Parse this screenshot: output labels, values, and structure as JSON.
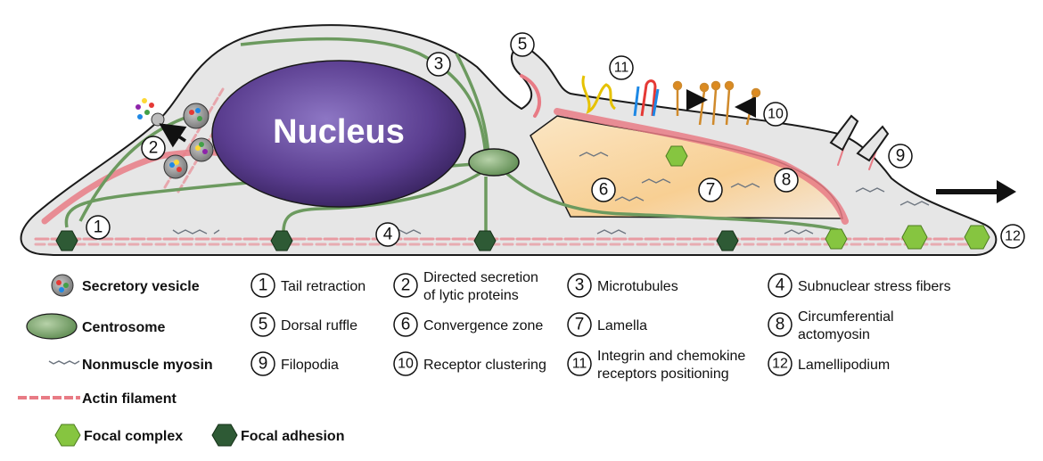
{
  "nucleus_label": "Nucleus",
  "colors": {
    "cell_fill": "#e6e6e6",
    "cell_stroke": "#1a1a1a",
    "nucleus": "#5a3d8f",
    "centrosome": "#7da36f",
    "microtubule": "#6c9a5f",
    "actin": "#e87b85",
    "myosin": "#6e7680",
    "focal_adhesion": "#2e5a35",
    "focal_complex": "#86c540",
    "convergence_zone": "#f7c98a",
    "arrow": "#111111"
  },
  "diagram_numbers": {
    "n1": "1",
    "n2": "2",
    "n3": "3",
    "n4": "4",
    "n5": "5",
    "n6": "6",
    "n7": "7",
    "n8": "8",
    "n9": "9",
    "n10": "10",
    "n11": "11",
    "n12": "12"
  },
  "legend_items": {
    "secretory_vesicle": "Secretory vesicle",
    "centrosome": "Centrosome",
    "nonmuscle_myosin": "Nonmuscle myosin",
    "actin_filament": "Actin filament",
    "focal_complex": "Focal complex",
    "focal_adhesion": "Focal adhesion"
  },
  "numbered_legend": [
    {
      "number": "1",
      "lines": [
        "Tail retraction"
      ]
    },
    {
      "number": "2",
      "lines": [
        "Directed secretion",
        "of lytic proteins"
      ]
    },
    {
      "number": "3",
      "lines": [
        "Microtubules"
      ]
    },
    {
      "number": "4",
      "lines": [
        "Subnuclear stress fibers"
      ]
    },
    {
      "number": "5",
      "lines": [
        "Dorsal ruffle"
      ]
    },
    {
      "number": "6",
      "lines": [
        "Convergence zone"
      ]
    },
    {
      "number": "7",
      "lines": [
        "Lamella"
      ]
    },
    {
      "number": "8",
      "lines": [
        "Circumferential",
        "actomyosin"
      ]
    },
    {
      "number": "9",
      "lines": [
        "Filopodia"
      ]
    },
    {
      "number": "10",
      "lines": [
        "Receptor clustering"
      ]
    },
    {
      "number": "11",
      "lines": [
        "Integrin and chemokine",
        "receptors positioning"
      ]
    },
    {
      "number": "12",
      "lines": [
        "Lamellipodium"
      ]
    }
  ]
}
